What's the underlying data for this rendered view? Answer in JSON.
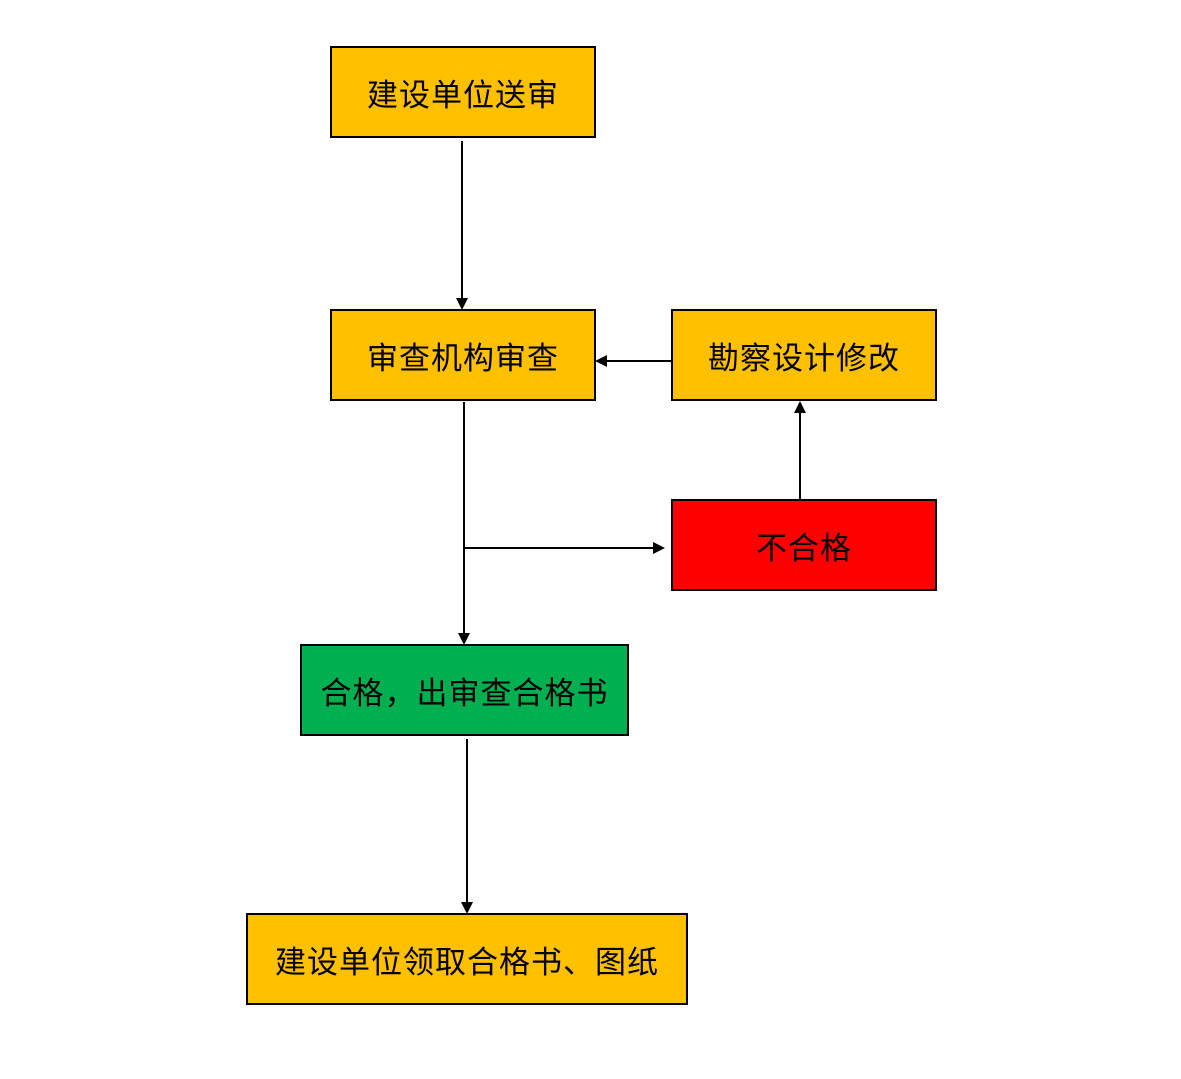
{
  "colors": {
    "process": "#FFC000",
    "fail": "#FF0000",
    "pass": "#00B050",
    "line": "#000000"
  },
  "nodes": {
    "submit": {
      "label": "建设单位送审"
    },
    "review": {
      "label": "审查机构审查"
    },
    "revise": {
      "label": "勘察设计修改"
    },
    "fail": {
      "label": "不合格"
    },
    "pass": {
      "label": "合格，出审查合格书"
    },
    "collect": {
      "label": "建设单位领取合格书、图纸"
    }
  },
  "edges": [
    {
      "from": "submit",
      "to": "review"
    },
    {
      "from": "review",
      "to": "fail"
    },
    {
      "from": "fail",
      "to": "revise"
    },
    {
      "from": "revise",
      "to": "review"
    },
    {
      "from": "review",
      "to": "pass"
    },
    {
      "from": "pass",
      "to": "collect"
    }
  ]
}
